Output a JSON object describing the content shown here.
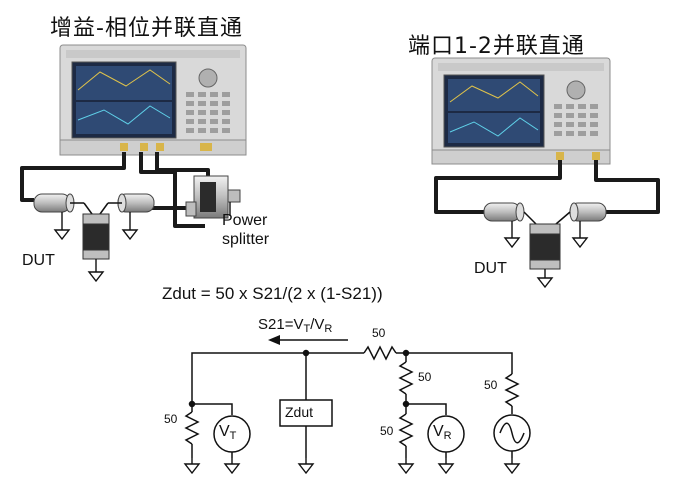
{
  "setup_left": {
    "title": "增益-相位并联直通",
    "dut_label": "DUT",
    "splitter_label_line1": "Power",
    "splitter_label_line2": "splitter"
  },
  "setup_right": {
    "title": "端口1-2并联直通",
    "dut_label": "DUT"
  },
  "formula": "Zdut = 50 x S21/(2 x (1-S21))",
  "circuit": {
    "s21_prefix": "S21=V",
    "s21_t_sub": "T",
    "s21_mid": "/V",
    "s21_r_sub": "R",
    "r_series": "50",
    "r_shunt_top": "50",
    "r_left": "50",
    "r_bottom": "50",
    "r_source": "50",
    "zdut_label": "Zdut",
    "vt_main": "V",
    "vt_sub": "T",
    "vr_main": "V",
    "vr_sub": "R"
  },
  "colors": {
    "analyzer_body": "#d9d9d9",
    "screen": "#1d2a44",
    "cable": "#1a1a1a",
    "dut_dark": "#2b2b2b",
    "dut_light": "#bfbfbf"
  }
}
